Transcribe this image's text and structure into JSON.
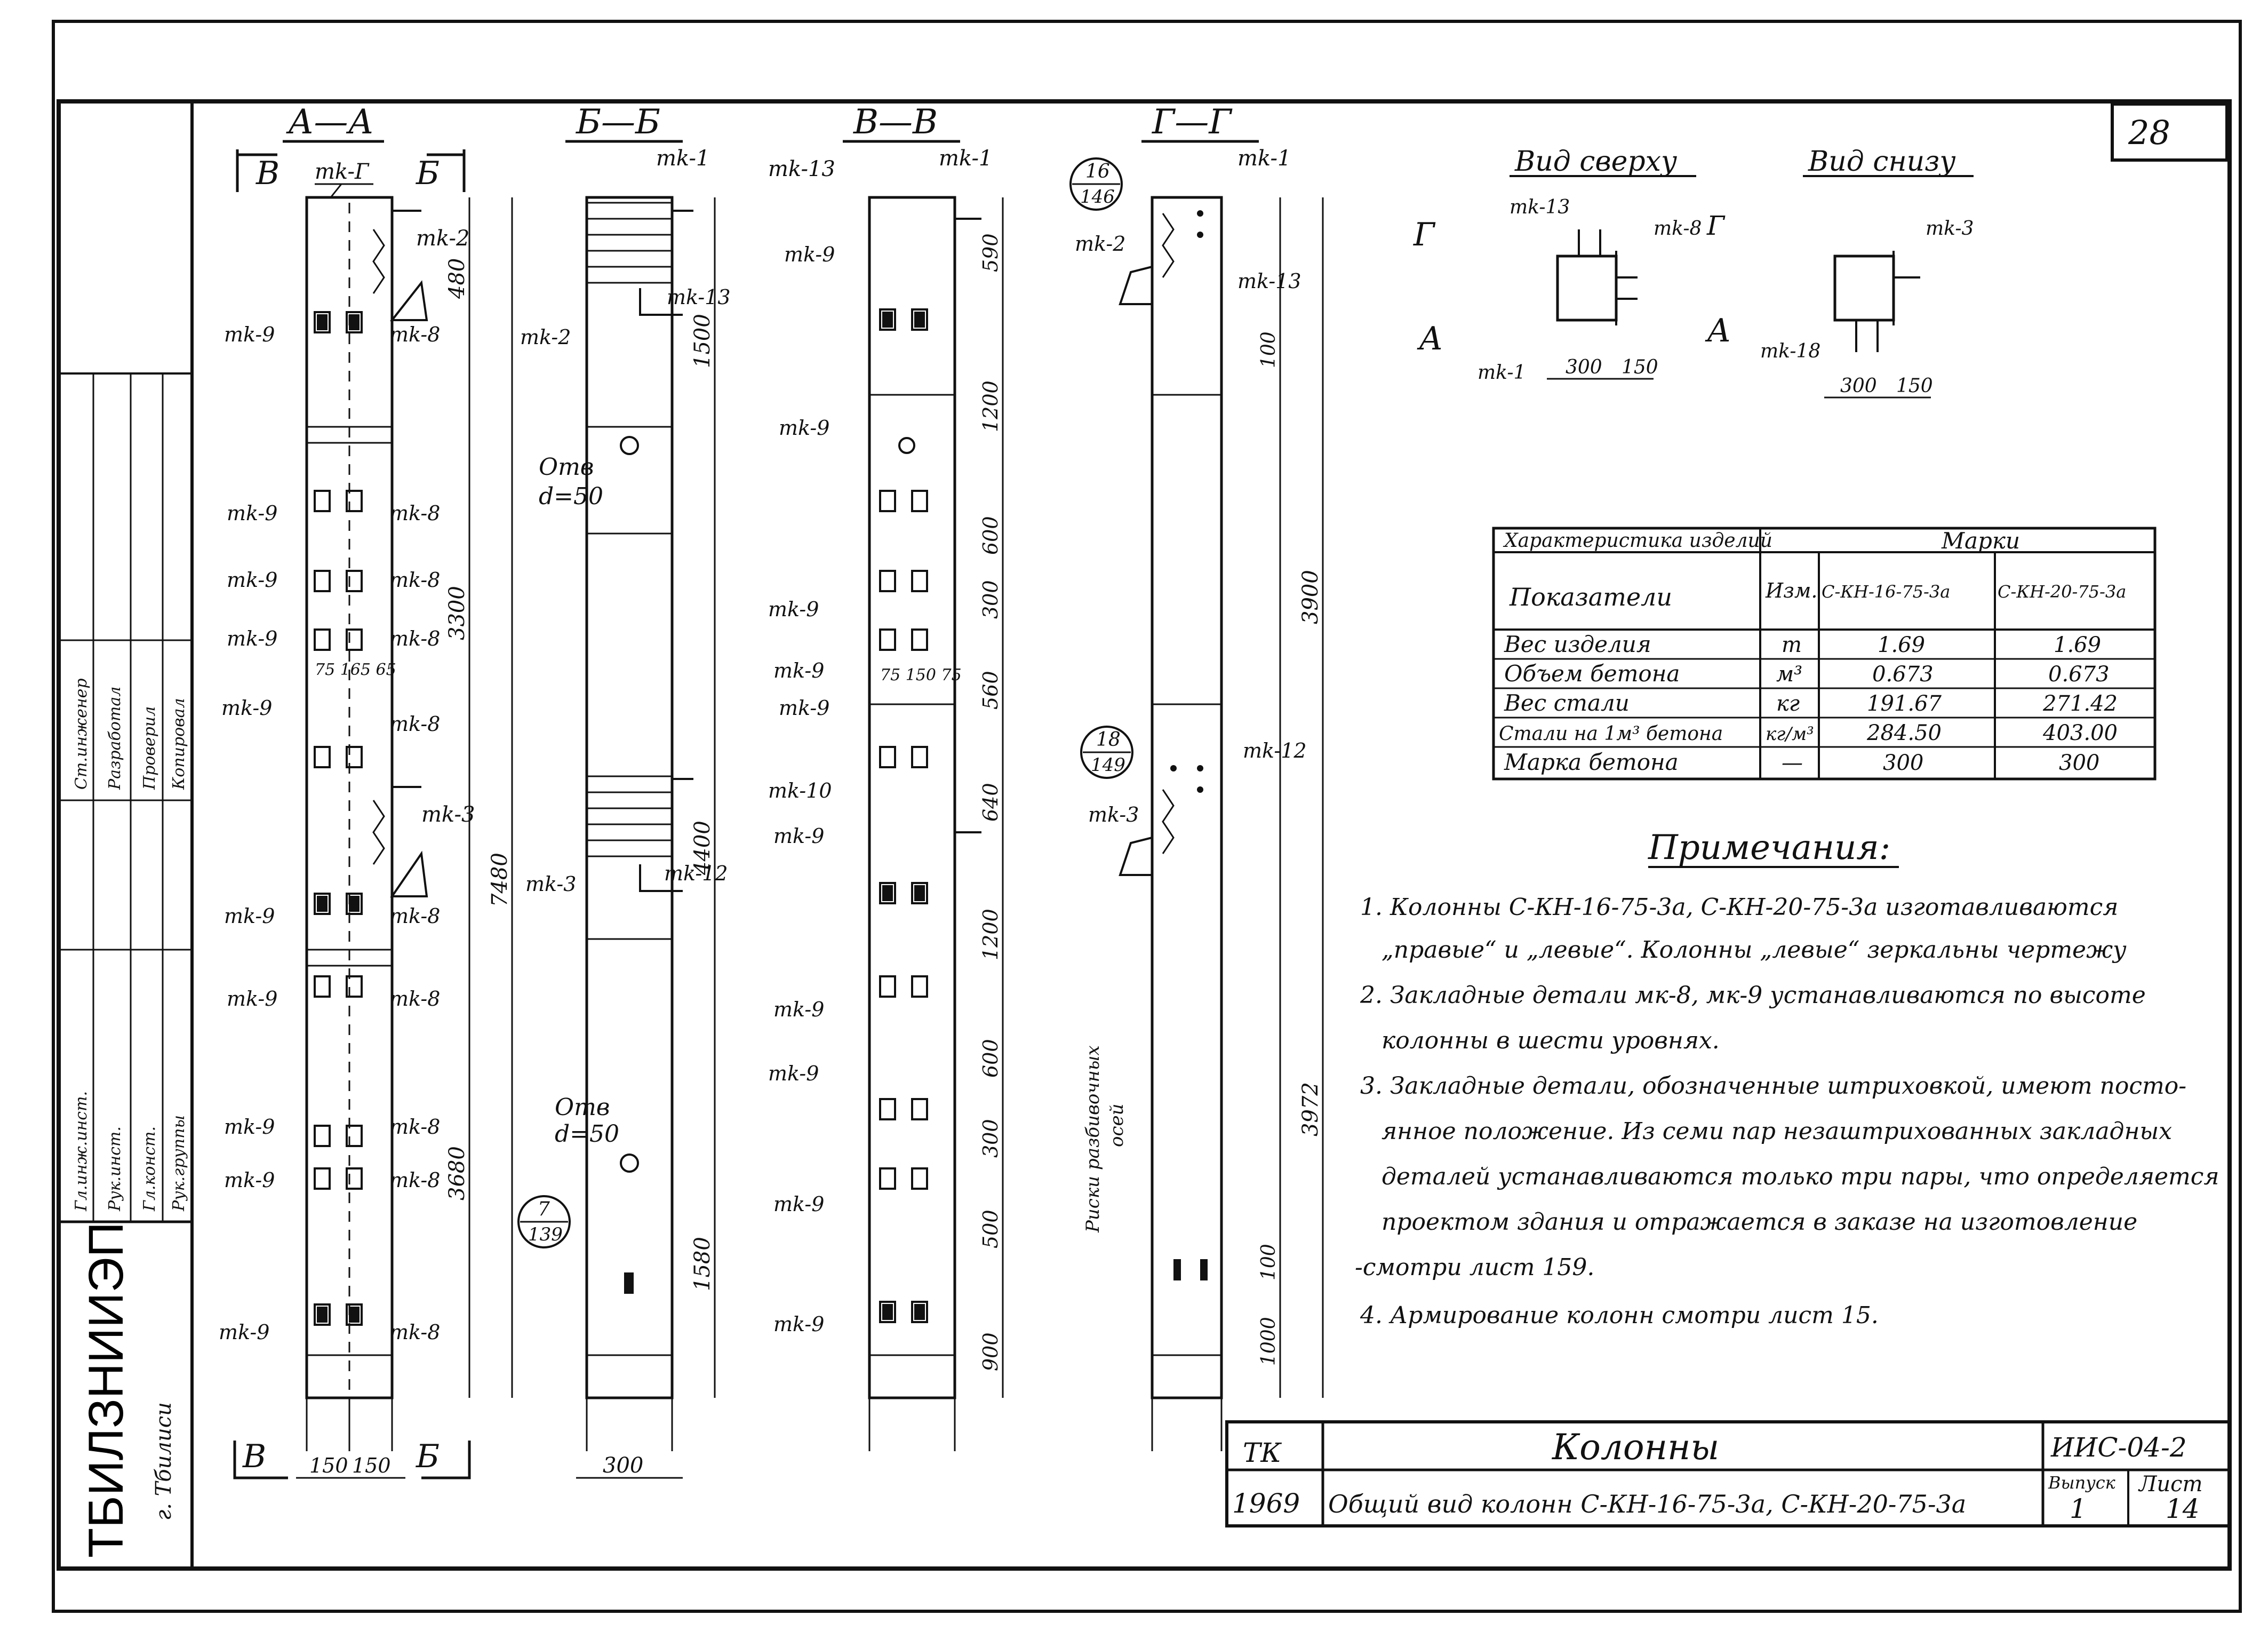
{
  "sheet_corner": "28",
  "sections": [
    "А—А",
    "Б—Б",
    "В—В",
    "Г—Г"
  ],
  "section_markers": {
    "a_left": "В",
    "a_right": "Б",
    "bottom_left": "В",
    "bottom_right": "Б"
  },
  "views": {
    "top": "Вид сверху",
    "bottom": "Вид снизу"
  },
  "view_labels": {
    "section_g": "Г",
    "section_a": "А"
  },
  "parts": {
    "mk1": "mk-1",
    "mk2": "mk-2",
    "mk3": "mk-3",
    "mk8": "mk-8",
    "mk9": "mk-9",
    "mk10": "mk-10",
    "mk12": "mk-12",
    "mk13": "mk-13",
    "mkg": "mk-Г",
    "mk18": "mk-18"
  },
  "holes": {
    "label": "Отв",
    "dia": "d=50"
  },
  "callouts": {
    "c1_top": "16",
    "c1_bot": "146",
    "c2_top": "18",
    "c2_bot": "149",
    "c3_top": "7",
    "c3_bot": "139"
  },
  "rotated_note": {
    "line1": "Риски разбивочных",
    "line2": "осей"
  },
  "dims": {
    "a_3300": "3300",
    "a_7480": "7480",
    "a_480": "480",
    "a_3680": "3680",
    "a_bot1": "150",
    "a_bot2": "150",
    "a_mid": "75 165 65",
    "b_1500": "1500",
    "b_4400": "4400",
    "b_1580": "1580",
    "b_300": "300",
    "v_590": "590",
    "v_1200": "1200",
    "v_600": "600",
    "v_300": "300",
    "v_560": "560",
    "v_640": "640",
    "v_1200b": "1200",
    "v_600b": "600",
    "v_300b": "300",
    "v_500": "500",
    "v_900": "900",
    "v_mid": "75 150 75",
    "g_3900": "3900",
    "g_3972": "3972",
    "g_100": "100",
    "g_1000": "1000",
    "g_100b": "100",
    "top_300": "300",
    "top_150": "150",
    "bot_300": "300",
    "bot_150": "150"
  },
  "table": {
    "header": "Характеристика изделий",
    "brand_header": "Марки",
    "col_param": "Показатели",
    "col_unit": "Изм.",
    "col_m1": "С-КН-16-75-3а",
    "col_m2": "С-КН-20-75-3а",
    "rows": [
      {
        "p": "Вес изделия",
        "u": "т",
        "v1": "1.69",
        "v2": "1.69"
      },
      {
        "p": "Объем бетона",
        "u": "м³",
        "v1": "0.673",
        "v2": "0.673"
      },
      {
        "p": "Вес стали",
        "u": "кг",
        "v1": "191.67",
        "v2": "271.42"
      },
      {
        "p": "Стали на 1м³ бетона",
        "u": "кг/м³",
        "v1": "284.50",
        "v2": "403.00"
      },
      {
        "p": "Марка бетона",
        "u": "—",
        "v1": "300",
        "v2": "300"
      }
    ]
  },
  "notes": {
    "title": "Примечания:",
    "lines": [
      "1. Колонны С-КН-16-75-3а, С-КН-20-75-3а изготавливаются",
      "„правые“ и „левые“. Колонны „левые“ зеркальны чертежу",
      "2. Закладные детали мк-8, мк-9 устанавливаются по высоте",
      "колонны в шести уровнях.",
      "3. Закладные детали, обозначенные штриховкой, имеют посто-",
      "янное положение. Из семи пар незаштрихованных закладных",
      "деталей устанавливаются только три пары, что определяется",
      "проектом здания и отражается в заказе на изготовление",
      "-смотри лист 159.",
      "4. Армирование колонн смотри лист 15."
    ]
  },
  "title_block": {
    "org": "ТБИЛЗНИИЭП",
    "city": "г. Тбилиси",
    "code_tk": "ТК",
    "year": "1969",
    "name": "Колонны",
    "subtitle": "Общий вид колонн С-КН-16-75-3а, С-КН-20-75-3а",
    "series": "ИИС-04-2",
    "issue_label": "Выпуск",
    "sheet_label": "Лист",
    "issue": "1",
    "sheet": "14"
  },
  "stamp": {
    "roles": [
      "Гл.инж.инст.",
      "Рук.инст.",
      "Гл.конст.",
      "Рук.группы",
      "Ст.инженер",
      "Разработал",
      "Проверил",
      "Копировал"
    ]
  }
}
